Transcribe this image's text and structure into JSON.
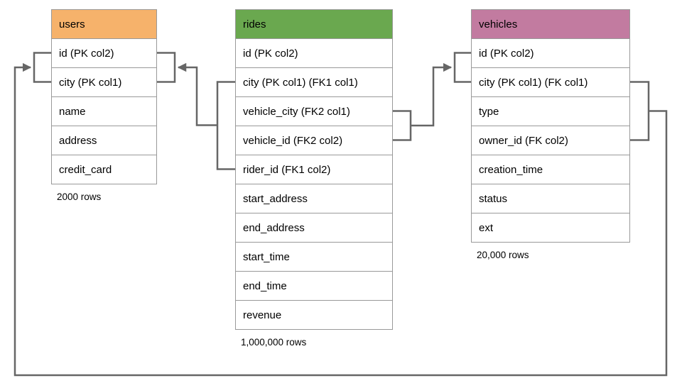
{
  "diagram": {
    "connector_color": "#666666",
    "border_color": "#999999",
    "tables": [
      {
        "name": "users",
        "header_color": "#F6B26B",
        "columns": [
          "id (PK col2)",
          "city (PK col1)",
          "name",
          "address",
          "credit_card"
        ],
        "row_count": "2000 rows"
      },
      {
        "name": "rides",
        "header_color": "#6AA84F",
        "columns": [
          "id (PK col2)",
          "city (PK col1) (FK1 col1)",
          "vehicle_city (FK2 col1)",
          "vehicle_id (FK2 col2)",
          "rider_id (FK1 col2)",
          "start_address",
          "end_address",
          "start_time",
          "end_time",
          "revenue"
        ],
        "row_count": "1,000,000 rows"
      },
      {
        "name": "vehicles",
        "header_color": "#C27BA0",
        "columns": [
          "id (PK col2)",
          "city (PK col1) (FK col1)",
          "type",
          "owner_id (FK col2)",
          "creation_time",
          "status",
          "ext"
        ],
        "row_count": "20,000 rows"
      }
    ],
    "relationships": [
      {
        "key": "FK1",
        "from_table": "rides",
        "from_columns": [
          "city",
          "rider_id"
        ],
        "to_table": "users",
        "to_columns": [
          "id",
          "city"
        ]
      },
      {
        "key": "FK2",
        "from_table": "rides",
        "from_columns": [
          "vehicle_city",
          "vehicle_id"
        ],
        "to_table": "vehicles",
        "to_columns": [
          "id",
          "city"
        ]
      },
      {
        "key": "FK",
        "from_table": "vehicles",
        "from_columns": [
          "city",
          "owner_id"
        ],
        "to_table": "users",
        "to_columns": [
          "id",
          "city"
        ]
      }
    ]
  }
}
